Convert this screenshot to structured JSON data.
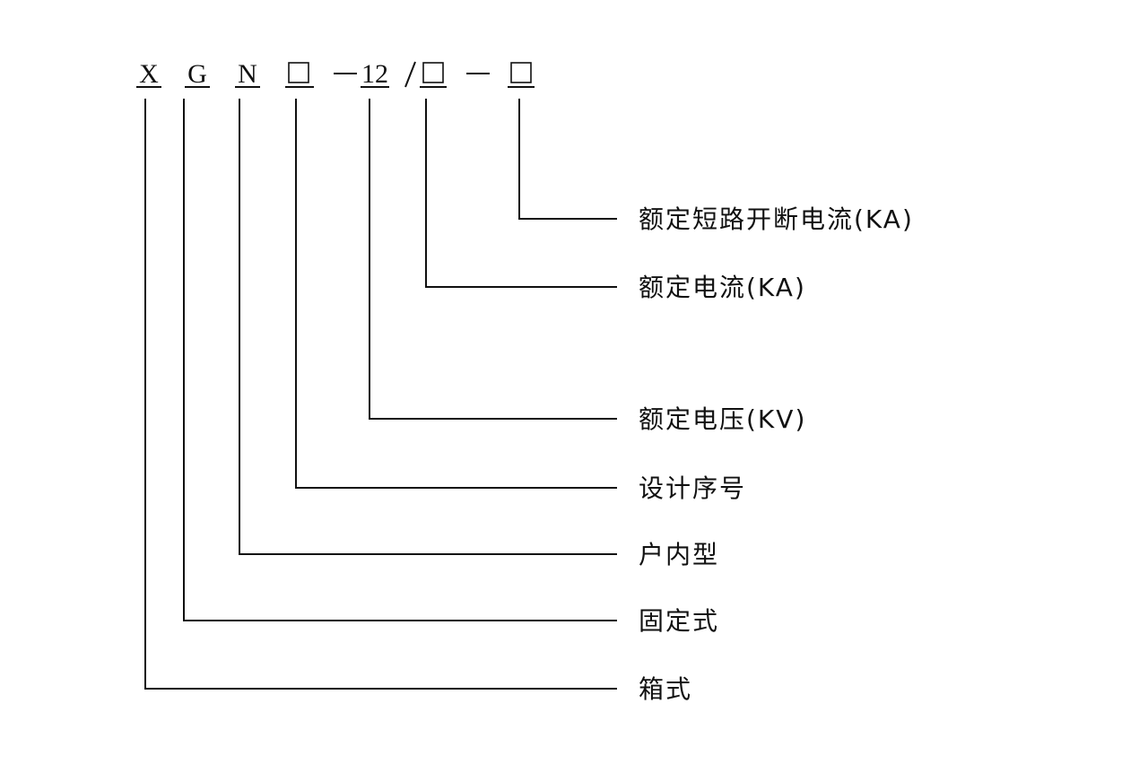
{
  "model_code": {
    "parts": [
      {
        "id": "x",
        "text": "X"
      },
      {
        "id": "g",
        "text": "G"
      },
      {
        "id": "n",
        "text": "N"
      },
      {
        "id": "box1",
        "text": "□"
      },
      {
        "id": "dash1",
        "text": "—"
      },
      {
        "id": "voltage",
        "text": "12"
      },
      {
        "id": "slash",
        "text": "/"
      },
      {
        "id": "box2",
        "text": "□"
      },
      {
        "id": "dash2",
        "text": "—"
      },
      {
        "id": "box3",
        "text": "□"
      }
    ]
  },
  "labels": {
    "short_circuit": "额定短路开断电流(KA)",
    "rated_current": "额定电流(KA)",
    "rated_voltage": "额定电压(KV)",
    "design_seq": "设计序号",
    "indoor": "户内型",
    "fixed": "固定式",
    "box_type": "箱式"
  }
}
